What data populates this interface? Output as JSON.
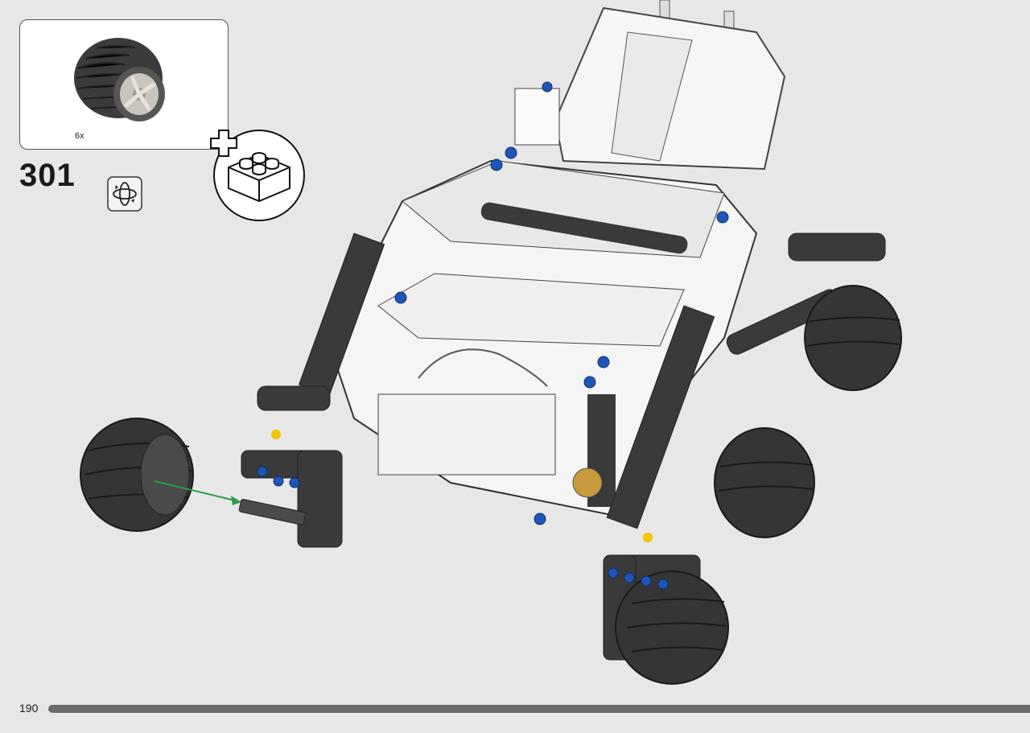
{
  "step": {
    "number": "301"
  },
  "parts_callout": {
    "quantity": "6x",
    "part_icon": "balloon-tire-icon"
  },
  "icons": {
    "rotate": "rotate-model-icon",
    "add": "add-brick-icon"
  },
  "page": {
    "number": "190"
  },
  "colors": {
    "background": "#e7e7e7",
    "dark_gray": "#3a3a3a",
    "white_parts": "#f7f7f7",
    "blue_pins": "#1e56b8",
    "arrow": "#2a9d4a"
  }
}
